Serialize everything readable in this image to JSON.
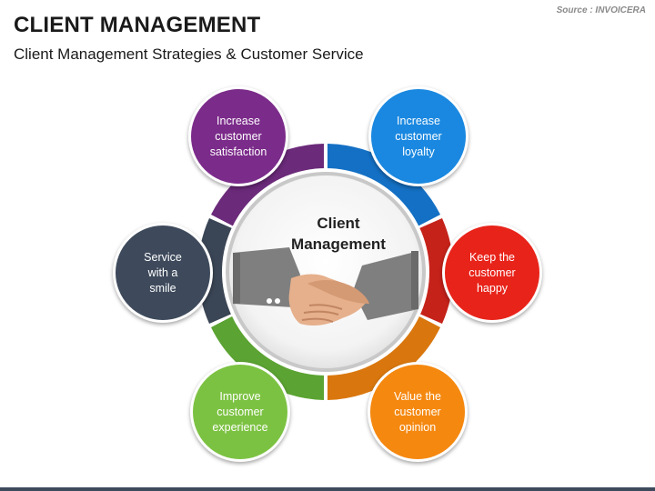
{
  "header": {
    "title": "CLIENT MANAGEMENT",
    "subtitle": "Client Management Strategies & Customer Service",
    "source": "Source : INVOICERA"
  },
  "center": {
    "label": "Client\nManagement",
    "icon": "handshake-icon"
  },
  "nodes": [
    {
      "label": "Increase\ncustomer\nsatisfaction",
      "color": "#7b2b8a"
    },
    {
      "label": "Increase\ncustomer\nloyalty",
      "color": "#1a88e0"
    },
    {
      "label": "Keep the\ncustomer\nhappy",
      "color": "#e8231a"
    },
    {
      "label": "Value the\ncustomer\nopinion",
      "color": "#f5880f"
    },
    {
      "label": "Improve\ncustomer\nexperience",
      "color": "#7cc242"
    },
    {
      "label": "Service\nwith a\nsmile",
      "color": "#3e4a5c"
    }
  ],
  "ring_colors": {
    "purple": "#6b2a7a",
    "blue": "#1470c4",
    "red": "#c5221a",
    "orange": "#d9770e",
    "green": "#5ba332",
    "slate": "#3a4555"
  }
}
